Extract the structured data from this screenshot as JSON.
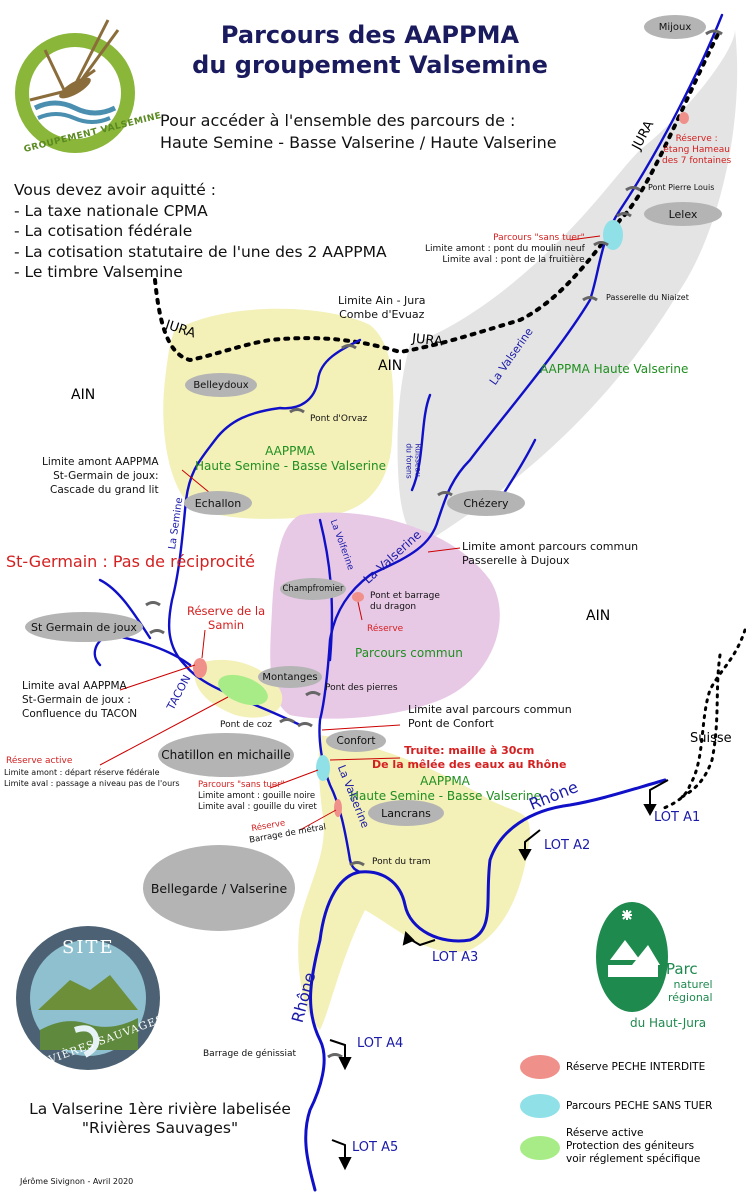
{
  "header": {
    "title_line1": "Parcours des AAPPMA",
    "title_line2": "du groupement Valsemine",
    "subtitle_line1": "Pour accéder à l'ensemble des parcours de :",
    "subtitle_line2": "Haute Semine - Basse Valserine / Haute Valserine"
  },
  "logo": {
    "text": "GROUPEMENT VALSEMINE"
  },
  "requirements": {
    "intro": "Vous devez  avoir aquitté :",
    "items": [
      "- La taxe nationale CPMA",
      "- La cotisation fédérale",
      "- La cotisation statutaire de l'une des 2 AAPPMA",
      "- Le timbre Valsemine"
    ]
  },
  "regions": {
    "jura_left": "JURA",
    "jura_mid": "JURA",
    "jura_top": "JURA",
    "ain_left": "AIN",
    "ain_mid": "AIN",
    "ain_right": "AIN",
    "suisse": "Suisse"
  },
  "towns": {
    "mijoux": "Mijoux",
    "lelex": "Lelex",
    "belleydoux": "Belleydoux",
    "echallon": "Echallon",
    "chezery": "Chézery",
    "champfromier": "Champfromier",
    "st_germain": "St Germain de joux",
    "montanges": "Montanges",
    "confort": "Confort",
    "chatillon": "Chatillon en michaille",
    "lancrans": "Lancrans",
    "bellegarde": "Bellegarde / Valserine"
  },
  "zones": {
    "haute_semine_line1": "AAPPMA",
    "haute_semine_line2": "Haute Semine - Basse Valserine",
    "haute_valserine": "AAPPMA Haute Valserine",
    "parcours_commun": "Parcours commun",
    "lower_line1": "AAPPMA",
    "lower_line2": "Haute Semine - Basse Valserine"
  },
  "rivers": {
    "la_valserine_top": "La Valserine",
    "la_valserine_mid": "La Valserine",
    "la_valserine_low": "La Valserine",
    "la_semine": "La Semine",
    "la_volferine": "La Volferine",
    "ruisseau_line1": "Ruisseau",
    "ruisseau_line2": "du forens",
    "tacon": "TACON",
    "rhone_main": "Rhône",
    "rhone_lower": "Rhône"
  },
  "labels": {
    "reserve_hameau_line1": "Réserve :",
    "reserve_hameau_line2": "étang Hameau",
    "reserve_hameau_line3": "des 7 fontaines",
    "pont_pierre_louis": "Pont Pierre Louis",
    "sans_tuer_top_title": "Parcours \"sans tuer\"",
    "sans_tuer_top_amont": "Limite amont : pont du moulin neuf",
    "sans_tuer_top_aval": "Limite aval : pont de la fruitière",
    "passerelle_niaizet": "Passerelle du Niaizet",
    "limite_ain_jura_line1": "Limite Ain - Jura",
    "limite_ain_jura_line2": "Combe  d'Evuaz",
    "pont_orvaz": "Pont d'Orvaz",
    "limite_amont_aappma_line1": "Limite amont AAPPMA",
    "limite_amont_aappma_line2": "St-Germain de joux:",
    "limite_amont_aappma_line3": "Cascade du grand lit",
    "st_germain_reciprocite": "St-Germain : Pas de réciprocité",
    "limite_amont_commun_line1": "Limite amont parcours commun",
    "limite_amont_commun_line2": "Passerelle à Dujoux",
    "pont_barrage_line1": "Pont et barrage",
    "pont_barrage_line2": "du dragon",
    "reserve_dragon": "Réserve",
    "reserve_samin_line1": "Réserve de la",
    "reserve_samin_line2": "Samin",
    "limite_aval_aappma_line1": "Limite aval AAPPMA",
    "limite_aval_aappma_line2": "St-Germain de joux :",
    "limite_aval_aappma_line3": "Confluence du TACON",
    "pont_des_pierres": "Pont des pierres",
    "limite_aval_commun_line1": "Limite aval parcours commun",
    "limite_aval_commun_line2": "Pont de Confort",
    "pont_de_coz": "Pont de coz",
    "reserve_active_title": "Réserve active",
    "reserve_active_amont": "Limite amont : départ réserve fédérale",
    "reserve_active_aval": "Limite aval : passage a niveau pas de l'ours",
    "truite_line1": "Truite: maille à 30cm",
    "truite_line2": "De la mêlée des eaux au Rhône",
    "sans_tuer_low_title": "Parcours \"sans tuer\"",
    "sans_tuer_low_amont": "Limite amont : gouille noire",
    "sans_tuer_low_aval": "Limite aval : gouille du viret",
    "reserve_metral_line1": "Réserve",
    "reserve_metral_line2": "Barrage de métral",
    "pont_du_tram": "Pont du tram",
    "barrage_genissiat": "Barrage de génissiat"
  },
  "lots": {
    "a1": "LOT A1",
    "a2": "LOT A2",
    "a3": "LOT A3",
    "a4": "LOT A4",
    "a5": "LOT A5"
  },
  "site_badge": {
    "top": "SITE",
    "bottom": "RIVIÈRES SAUVAGES"
  },
  "park": {
    "line1": "Parc",
    "line2": "naturel",
    "line3": "régional",
    "line4": "du Haut-Jura"
  },
  "legend": {
    "interdite": "Réserve PECHE INTERDITE",
    "sans_tuer": "Parcours PECHE SANS TUER",
    "active_line1": "Réserve active",
    "active_line2": "Protection des géniteurs",
    "active_line3": "voir réglement spécifique"
  },
  "footer": {
    "label_line1": "La Valserine 1ère rivière labelisée",
    "label_line2": "\"Rivières Sauvages\"",
    "credit": "Jérôme Sivignon - Avril 2020"
  },
  "colors": {
    "zone_yellow": "#f3f0b8",
    "zone_grey": "#e4e4e4",
    "zone_pink": "#e7c9e6",
    "river": "#1010c8",
    "reserve_red": "#f0908a",
    "sans_tuer_cyan": "#90e0e8",
    "reserve_active_green": "#a8ec88",
    "park_green": "#1e8a4e"
  }
}
